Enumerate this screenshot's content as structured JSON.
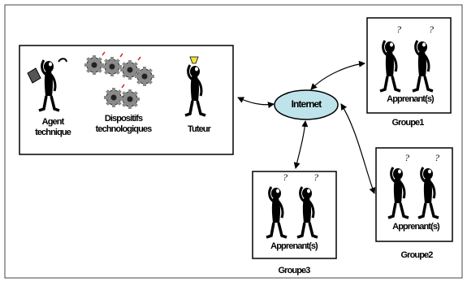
{
  "diagram": {
    "internet_label": "Internet",
    "left_box": {
      "agent_label_line1": "Agent",
      "agent_label_line2": "technique",
      "devices_label_line1": "Dispositifs",
      "devices_label_line2": "technologiques",
      "tutor_label": "Tuteur"
    },
    "groups": [
      {
        "box_label": "Apprenant(s)",
        "caption": "Groupe1"
      },
      {
        "box_label": "Apprenant(s)",
        "caption": "Groupe2"
      },
      {
        "box_label": "Apprenant(s)",
        "caption": "Groupe3"
      }
    ],
    "colors": {
      "internet_fill": "#bfe3ea",
      "line": "#000000",
      "gear_fill": "#8a8a8a",
      "spark": "#d22828",
      "bulb": "#f3e23a"
    }
  }
}
